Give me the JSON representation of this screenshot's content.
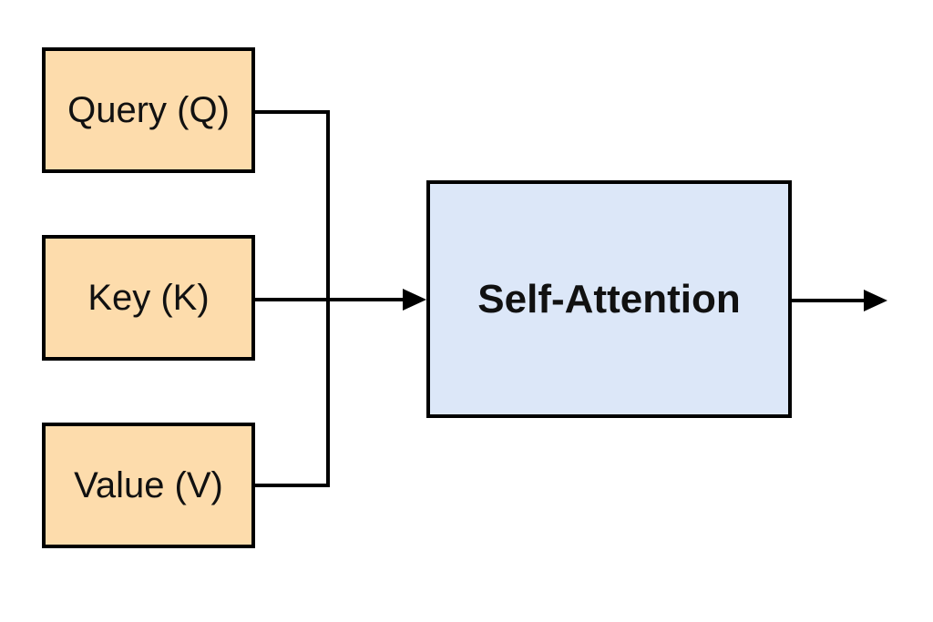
{
  "diagram": {
    "type": "flow-diagram",
    "topic": "self-attention-inputs-output",
    "nodes": [
      {
        "id": "query",
        "label": "Query (Q)",
        "shape": "rect",
        "fill": "#fddcac"
      },
      {
        "id": "key",
        "label": "Key (K)",
        "shape": "rect",
        "fill": "#fddcac"
      },
      {
        "id": "value",
        "label": "Value (V)",
        "shape": "rect",
        "fill": "#fddcac"
      },
      {
        "id": "self_attention",
        "label": "Self-Attention",
        "shape": "rect",
        "fill": "#dce7f8"
      }
    ],
    "edges": [
      {
        "from": "query",
        "to": "self_attention",
        "arrow": true
      },
      {
        "from": "key",
        "to": "self_attention",
        "arrow": true
      },
      {
        "from": "value",
        "to": "self_attention",
        "arrow": true
      },
      {
        "from": "self_attention",
        "to": "output",
        "arrow": true
      }
    ],
    "colors": {
      "input_fill": "#fddcac",
      "attention_fill": "#dce7f8",
      "stroke": "#000000",
      "text": "#111111",
      "background": "#ffffff"
    }
  }
}
